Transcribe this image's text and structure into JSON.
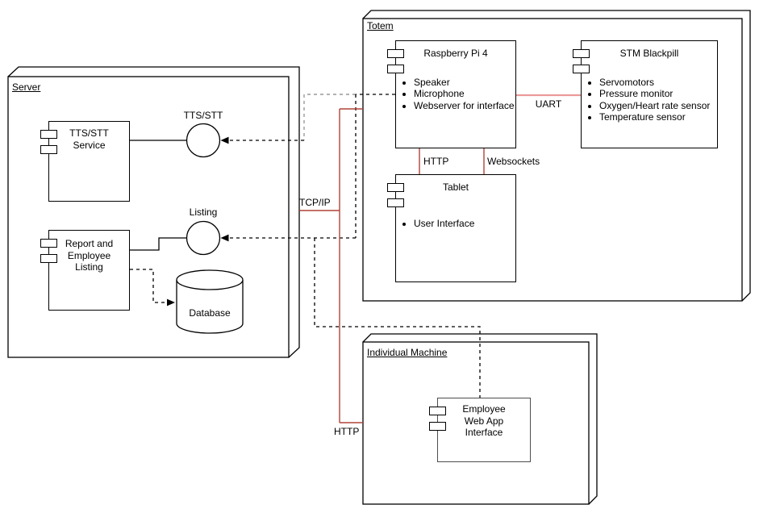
{
  "nodes": {
    "server": {
      "label": "Server"
    },
    "totem": {
      "label": "Totem"
    },
    "individual_machine": {
      "label": "Individual Machine"
    }
  },
  "components": {
    "tts_service": {
      "lines": [
        "TTS/STT",
        "Service"
      ]
    },
    "report_listing": {
      "lines": [
        "Report and",
        "Employee",
        "Listing"
      ]
    },
    "raspberry_pi": {
      "title": "Raspberry Pi 4",
      "features": [
        "Speaker",
        "Microphone",
        "Webserver for interface"
      ]
    },
    "stm_blackpill": {
      "title": "STM Blackpill",
      "features": [
        "Servomotors",
        "Pressure monitor",
        "Oxygen/Heart rate sensor",
        "Temperature sensor"
      ]
    },
    "tablet": {
      "title": "Tablet",
      "features": [
        "User Interface"
      ]
    },
    "employee_webapp": {
      "lines": [
        "Employee",
        "Web App",
        "Interface"
      ]
    }
  },
  "interfaces": {
    "tts": {
      "label": "TTS/STT"
    },
    "listing": {
      "label": "Listing"
    }
  },
  "storage": {
    "database": {
      "label": "Database"
    }
  },
  "connections": {
    "uart": {
      "label": "UART"
    },
    "http_tablet": {
      "label": "HTTP"
    },
    "websockets": {
      "label": "Websockets"
    },
    "tcp_ip": {
      "label": "TCP/IP"
    },
    "http_machine": {
      "label": "HTTP"
    }
  },
  "colors": {
    "uart_line": "#ea9999",
    "red_line": "#b04338",
    "gray_dash": "#999999",
    "line": "#000000"
  }
}
